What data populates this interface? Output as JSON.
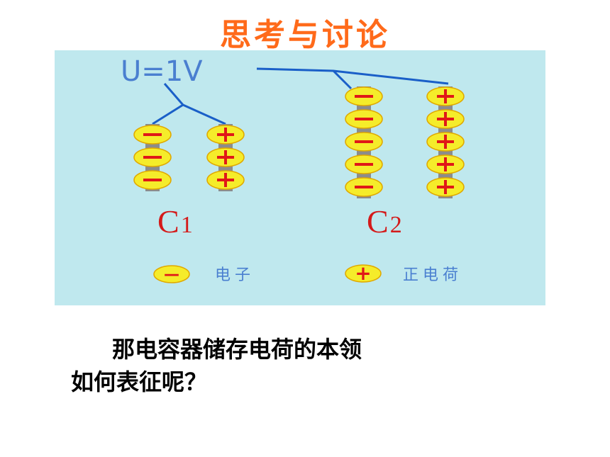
{
  "title": "思考与讨论",
  "diagram": {
    "voltage_label": "U=1V",
    "capacitors": [
      {
        "label": "C",
        "subscript": "1",
        "negative_charges": 3,
        "positive_charges": 3
      },
      {
        "label": "C",
        "subscript": "2",
        "negative_charges": 5,
        "positive_charges": 5
      }
    ],
    "legend": [
      {
        "symbol": "—",
        "text": "电子"
      },
      {
        "symbol": "+",
        "text": "正电荷"
      }
    ],
    "colors": {
      "panel": "#bfe8ee",
      "wire": "#1a5fc8",
      "plate": "#8c8c8c",
      "charge": "#f5ec2a",
      "charge_border": "#e0a800",
      "charge_sign": "#e01818",
      "label": "#d41a1a",
      "legend_text": "#4a7fd0"
    }
  },
  "question": {
    "line1": "那电容器储存电荷的本领",
    "line2": "如何表征呢？"
  }
}
